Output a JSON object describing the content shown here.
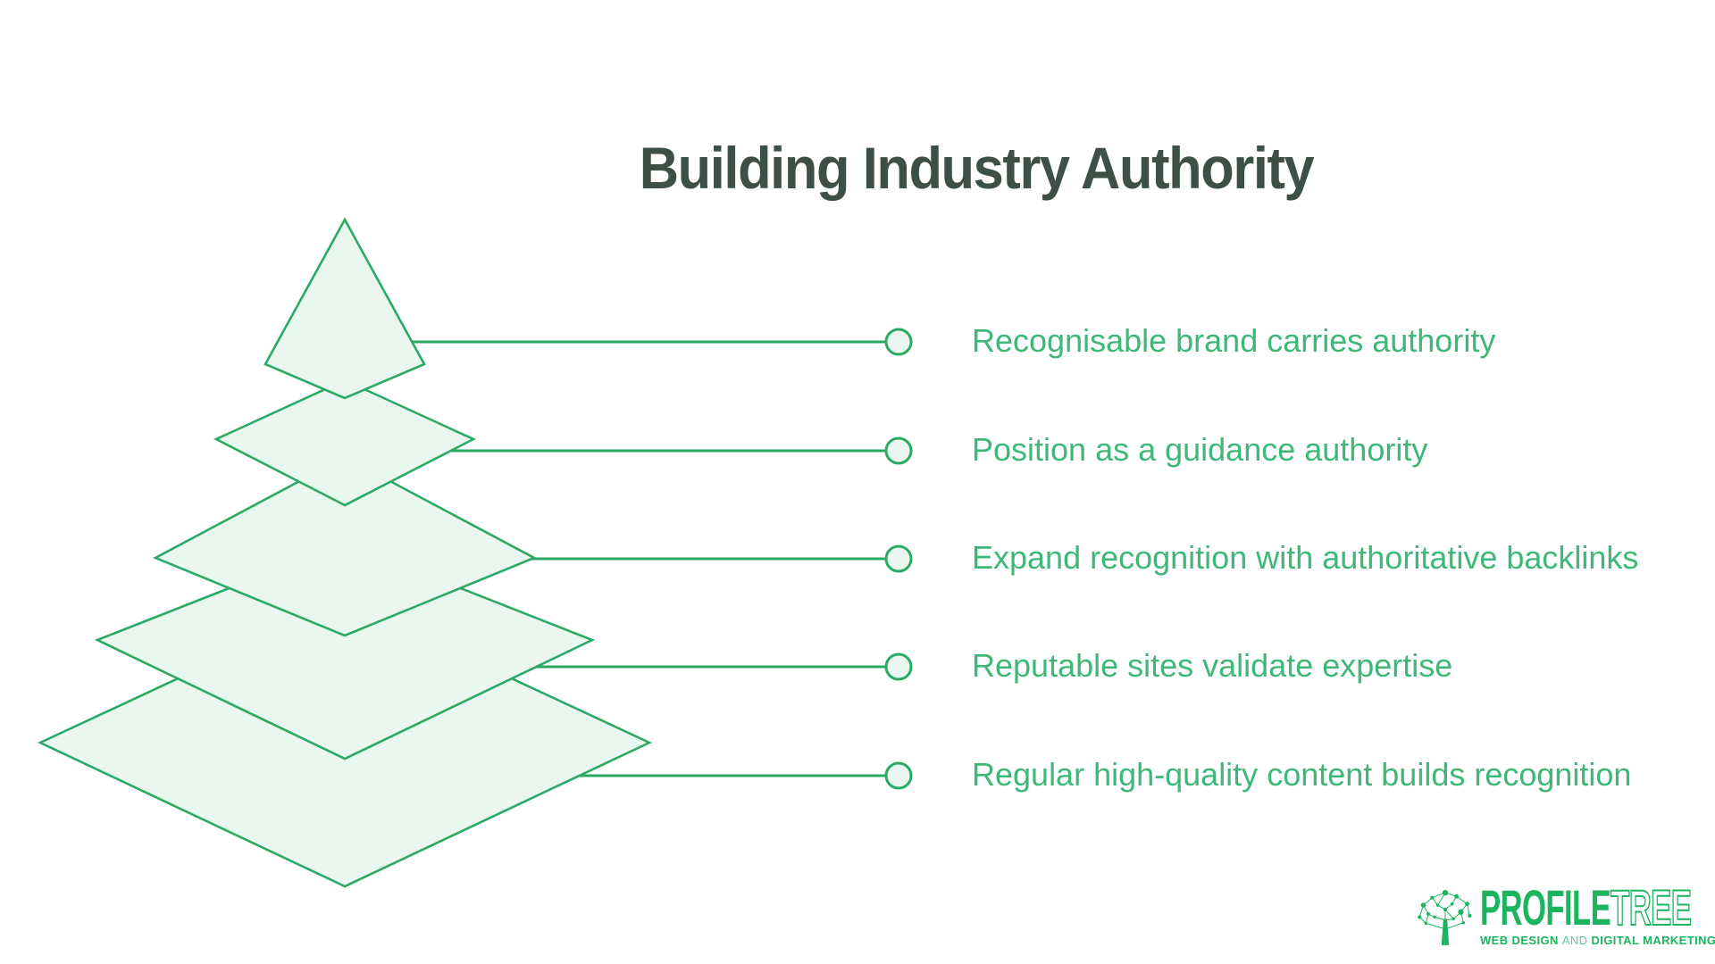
{
  "header": {
    "title": "Building Industry Authority"
  },
  "items": [
    {
      "label": "Recognisable brand carries authority"
    },
    {
      "label": "Position as a guidance authority"
    },
    {
      "label": "Expand recognition with authoritative backlinks"
    },
    {
      "label": "Reputable sites validate expertise"
    },
    {
      "label": "Regular high-quality content builds recognition"
    }
  ],
  "logo": {
    "word_primary": "PROFILE",
    "word_secondary": "TREE",
    "tagline_part1": "WEB DESIGN",
    "tagline_part2": "AND",
    "tagline_part3": "DIGITAL MARKETING"
  },
  "colors": {
    "accent_green": "#2baa66",
    "text_green": "#3eb877",
    "fill_mint": "#e9f7ee",
    "title_color": "#3d5046",
    "logo_green": "#1cb45f",
    "logo_green_light": "#5fc893"
  }
}
